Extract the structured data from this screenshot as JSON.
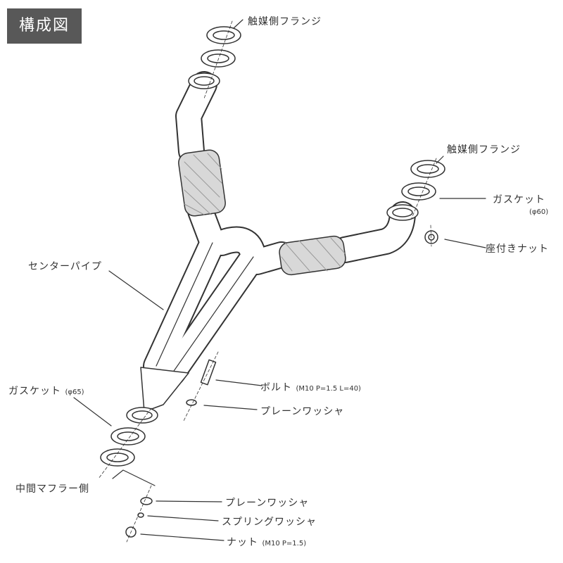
{
  "title": "構成図",
  "labels": {
    "cat_flange_top": "触媒側フランジ",
    "cat_flange_right": "触媒側フランジ",
    "gasket_60": "ガスケット",
    "gasket_60_size": "(φ60)",
    "seat_nut": "座付きナット",
    "center_pipe": "センターパイプ",
    "bolt": "ボルト",
    "bolt_spec": "(M10 P=1.5 L=40)",
    "plain_washer_1": "プレーンワッシャ",
    "gasket_65": "ガスケット",
    "gasket_65_size": "(φ65)",
    "mid_muffler_side": "中間マフラー側",
    "plain_washer_2": "プレーンワッシャ",
    "spring_washer": "スプリングワッシャ",
    "nut": "ナット",
    "nut_spec": "(M10 P=1.5)"
  }
}
